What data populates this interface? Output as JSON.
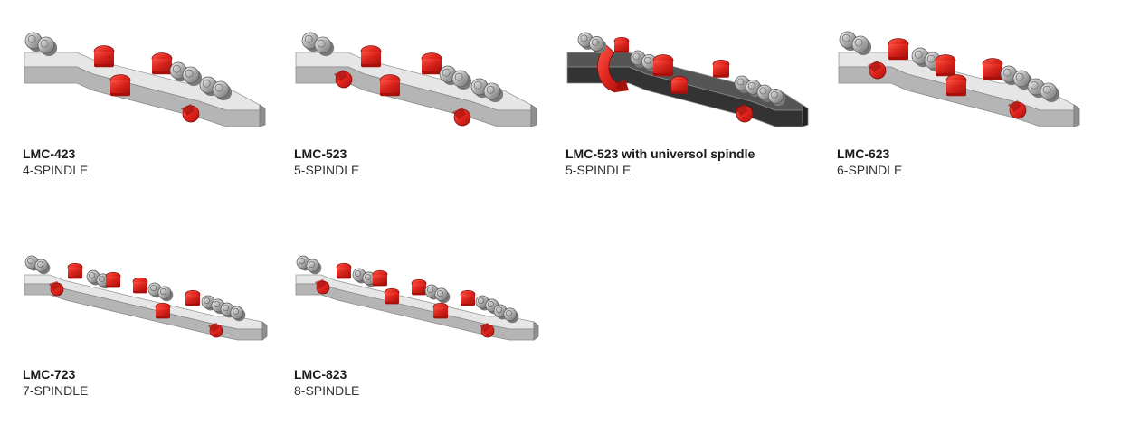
{
  "colors": {
    "accent_red": "#e0261e",
    "accent_red_dark": "#a8100c",
    "rail_light": "#e6e6e6",
    "rail_mid": "#b5b5b5",
    "rail_dark": "#5a5a5a",
    "text_dark": "#1a1a1a",
    "text_body": "#333333"
  },
  "machines": [
    {
      "model": "LMC-423",
      "spindle_type": "4-SPINDLE",
      "variant": "standard",
      "spindle_count": 4
    },
    {
      "model": "LMC-523",
      "spindle_type": "5-SPINDLE",
      "variant": "standard",
      "spindle_count": 5
    },
    {
      "model": "LMC-523 with universol spindle",
      "spindle_type": "5-SPINDLE",
      "variant": "universal",
      "spindle_count": 5
    },
    {
      "model": "LMC-623",
      "spindle_type": "6-SPINDLE",
      "variant": "standard",
      "spindle_count": 6
    },
    {
      "model": "LMC-723",
      "spindle_type": "7-SPINDLE",
      "variant": "standard",
      "spindle_count": 7
    },
    {
      "model": "LMC-823",
      "spindle_type": "8-SPINDLE",
      "variant": "standard",
      "spindle_count": 8
    }
  ]
}
